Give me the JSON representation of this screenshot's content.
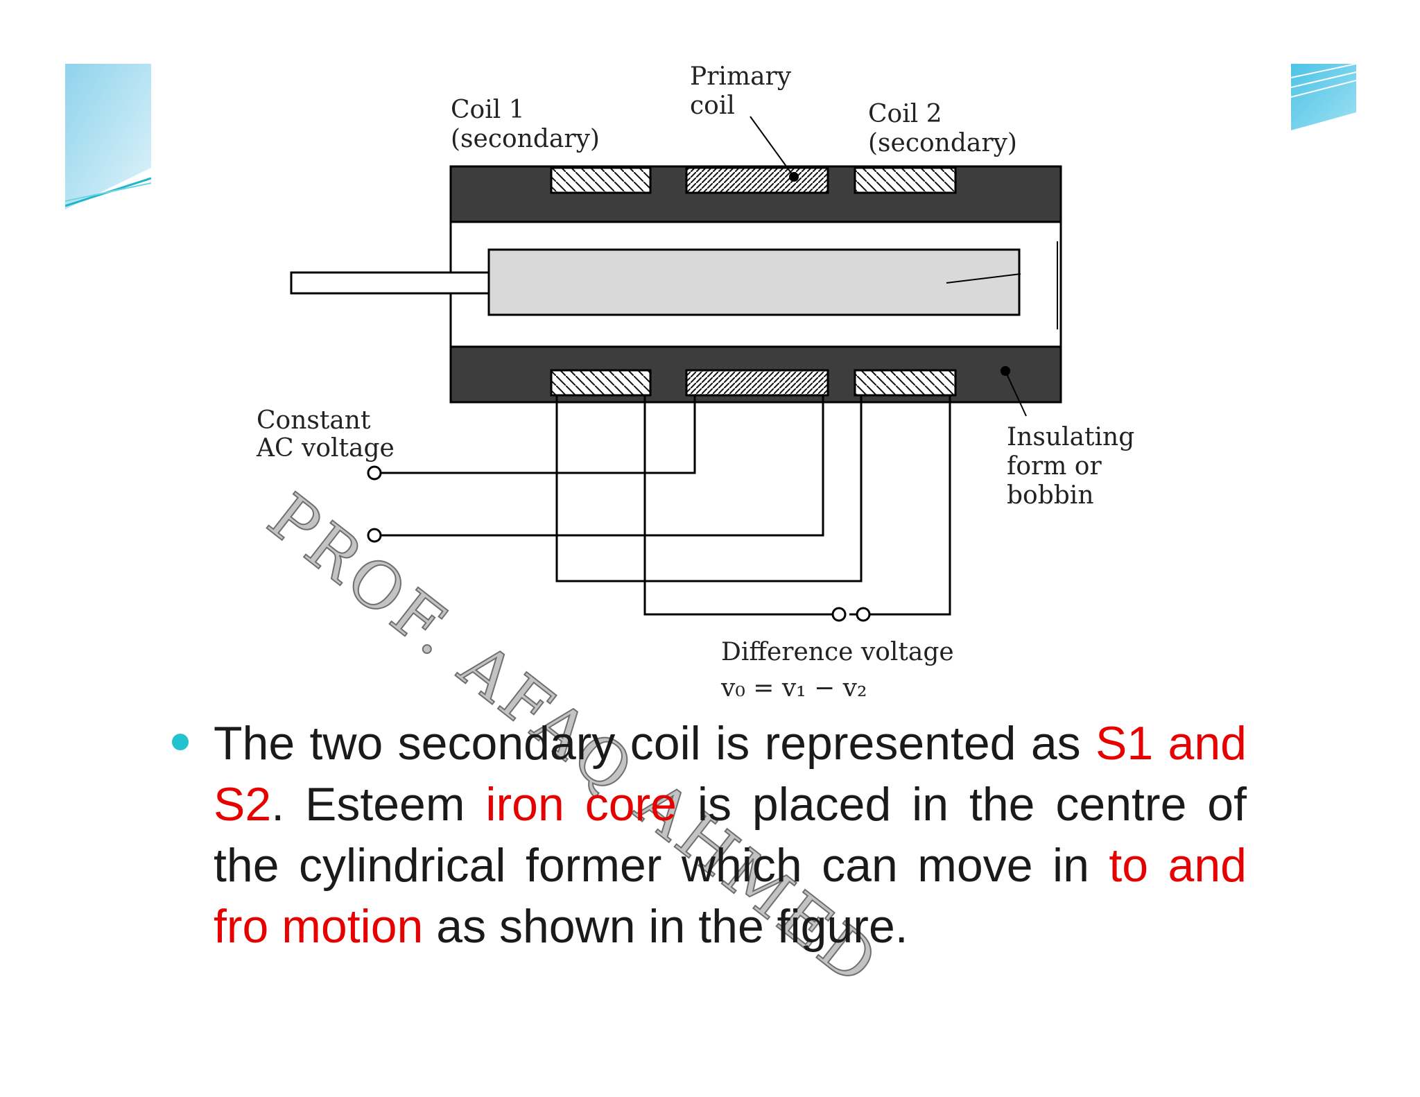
{
  "accent_color": "#22c3cf",
  "highlight_color": "#e60000",
  "diagram": {
    "labels": {
      "primary_coil_line1": "Primary",
      "primary_coil_line2": "coil",
      "coil1_line1": "Coil 1",
      "coil1_line2": "(secondary)",
      "coil2_line1": "Coil 2",
      "coil2_line2": "(secondary)",
      "ac_line1": "Constant",
      "ac_line2": "AC voltage",
      "insulating_line1": "Insulating",
      "insulating_line2": "form or",
      "insulating_line3": "bobbin",
      "diff_line1": "Difference voltage",
      "diff_line2": "v₀ = v₁ − v₂"
    }
  },
  "watermark": "PROF. AFAQ AHMED",
  "bullet": {
    "t1": "The two secondary coil is represented as ",
    "h1": "S1 and S2",
    "t2": ". Esteem ",
    "h2": "iron core",
    "t3": " is placed in the centre of the cylindrical former which can move in ",
    "h3": "to and fro motion",
    "t4": " as shown in the figure."
  }
}
